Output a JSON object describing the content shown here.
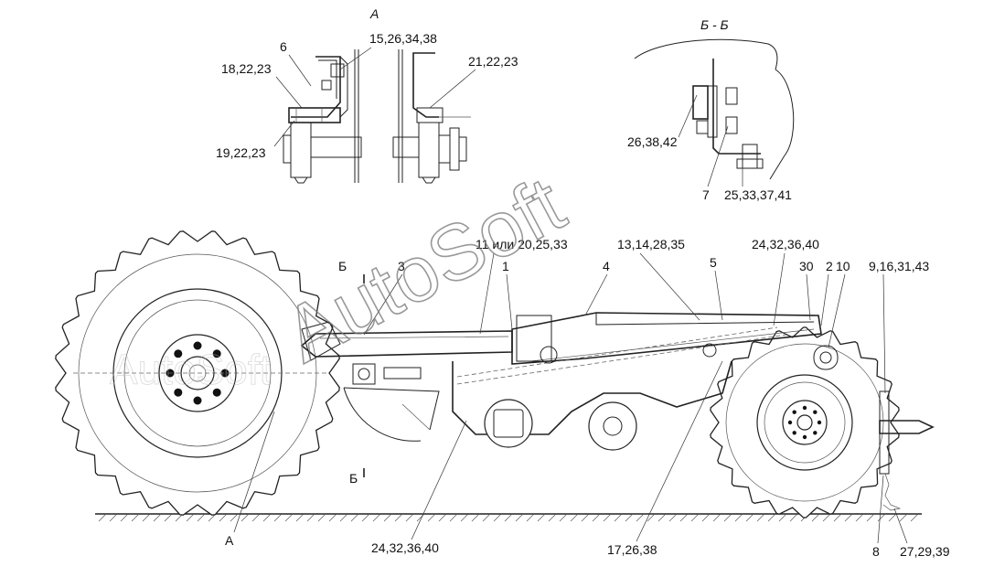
{
  "watermark": {
    "main": "AutoSoft",
    "background": "AutoSoft"
  },
  "views": {
    "detail_a": "А",
    "section_bb": "Б - Б",
    "section_mark_top": "Б",
    "section_mark_bottom": "Б",
    "detail_a_pointer": "А"
  },
  "labels": {
    "detail_a": [
      {
        "id": "6",
        "text": "6"
      },
      {
        "id": "15_26_34_38",
        "text": "15,26,34,38"
      },
      {
        "id": "18_22_23",
        "text": "18,22,23"
      },
      {
        "id": "21_22_23",
        "text": "21,22,23"
      },
      {
        "id": "19_22_23",
        "text": "19,22,23"
      }
    ],
    "section_bb": [
      {
        "id": "26_38_42",
        "text": "26,38,42"
      },
      {
        "id": "7",
        "text": "7"
      },
      {
        "id": "25_33_37_41",
        "text": "25,33,37,41"
      }
    ],
    "main": [
      {
        "id": "11_20_25_33",
        "text": "11 или 20,25,33"
      },
      {
        "id": "13_14_28_35",
        "text": "13,14,28,35"
      },
      {
        "id": "24_32_36_40_top",
        "text": "24,32,36,40"
      },
      {
        "id": "3",
        "text": "3"
      },
      {
        "id": "1",
        "text": "1"
      },
      {
        "id": "4",
        "text": "4"
      },
      {
        "id": "5",
        "text": "5"
      },
      {
        "id": "30",
        "text": "30"
      },
      {
        "id": "2",
        "text": "2"
      },
      {
        "id": "10",
        "text": "10"
      },
      {
        "id": "9_16_31_43",
        "text": "9,16,31,43"
      },
      {
        "id": "24_32_36_40_bottom",
        "text": "24,32,36,40"
      },
      {
        "id": "17_26_38",
        "text": "17,26,38"
      },
      {
        "id": "8",
        "text": "8"
      },
      {
        "id": "27_29_39",
        "text": "27,29,39"
      }
    ]
  }
}
